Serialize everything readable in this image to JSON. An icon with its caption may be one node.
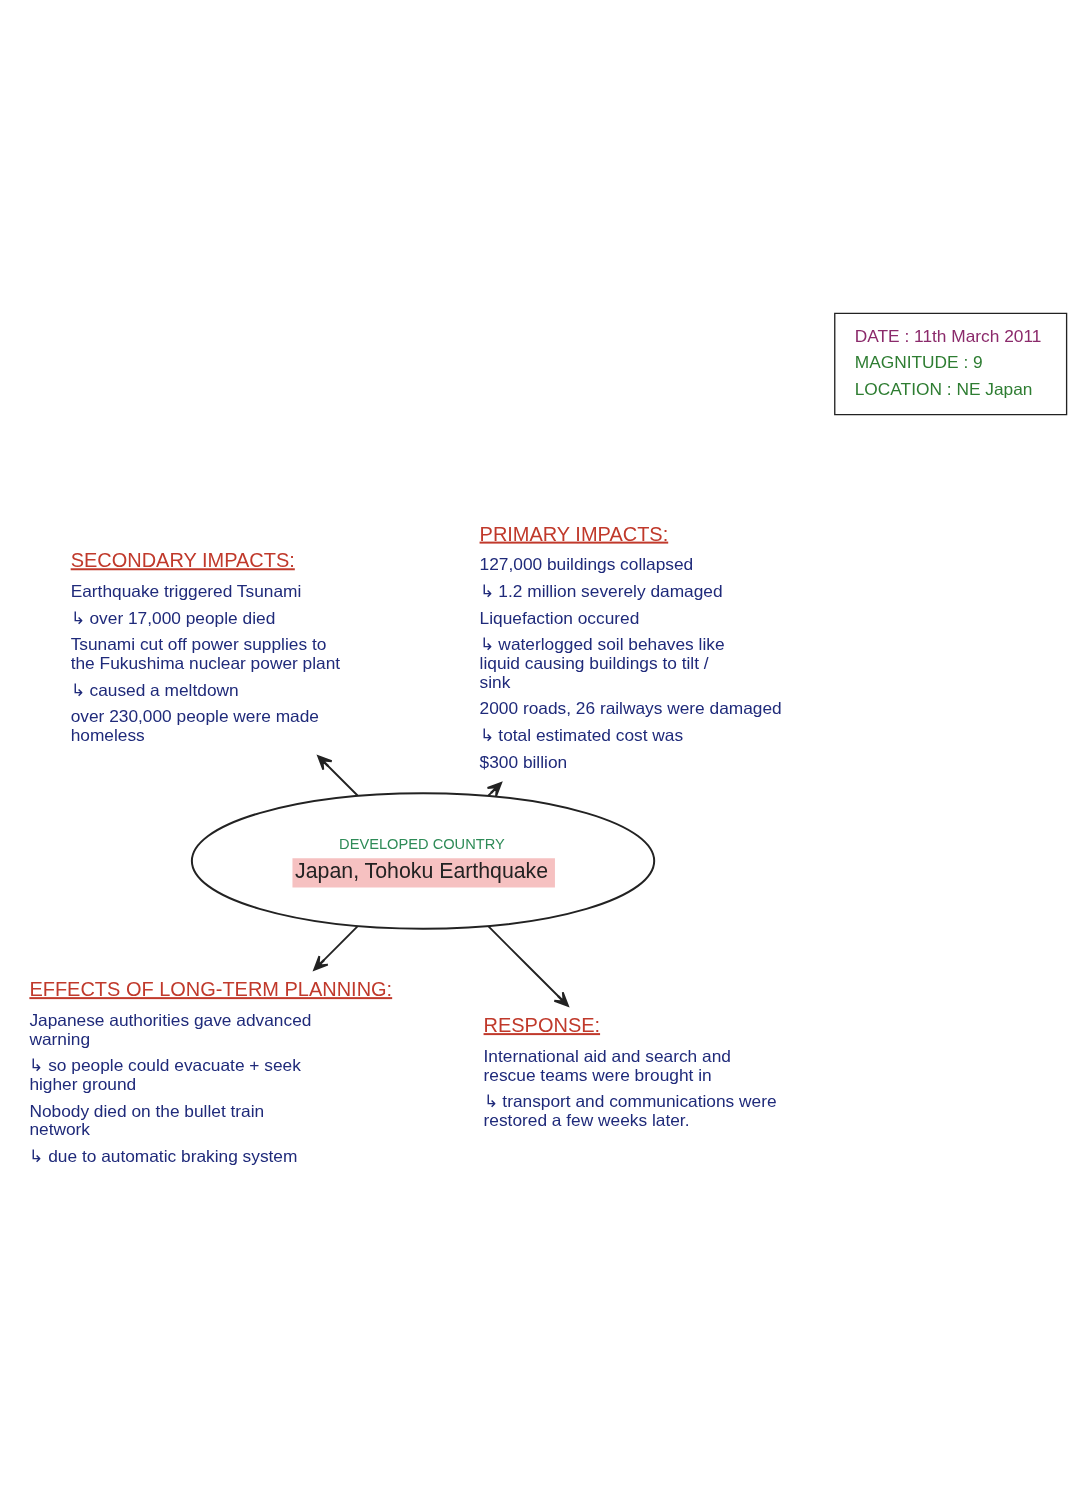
{
  "diagram": {
    "nodes": [
      {
        "text": [
          "DEVELOPED COUNTRY",
          "Japan, Tohoku Earthquake"
        ]
      },
      {
        "text": [
          "PRIMARY IMPACTS:",
          "127,000 buildings collapsed",
          "↳ 1.2 million severely damaged",
          "Liquefaction occured",
          "↳ waterlogged soil behaves like liquid causing buildings to tilt / sink",
          "2000 roads, 26 railways were damaged",
          "↳ total estimated cost was",
          "$300 billion"
        ]
      },
      {
        "text": [
          "SECONDARY IMPACTS:",
          "Earthquake triggered Tsunami",
          "↳ over 17,000 people died",
          "Tsunami cut off power supplies to the Fukushima nuclear power plant",
          "↳ caused a meltdown",
          "over 230,000 people were made homeless"
        ]
      },
      {
        "text": [
          "EFFECTS OF LONG-TERM PLANNING:",
          "Japanese authorities gave advanced warning",
          "↳ so people could evacuate + seek higher ground",
          "Nobody died on the bullet train network",
          "↳ due to automatic braking system"
        ]
      },
      {
        "text": [
          "RESPONSE:",
          "International aid and search and rescue teams were brought in",
          "↳ transport and communications were restored a few weeks later."
        ]
      },
      {
        "text": [
          "DATE : 11th March 2011",
          "MAGNITUDE : 9",
          "LOCATION : NE Japan"
        ]
      }
    ],
    "edges": [
      {
        "from": 0,
        "to": 1,
        "arrow": "to"
      },
      {
        "from": 0,
        "to": 2,
        "arrow": "to"
      },
      {
        "from": 0,
        "to": 3,
        "arrow": "to"
      },
      {
        "from": 0,
        "to": 4,
        "arrow": "to"
      }
    ]
  }
}
